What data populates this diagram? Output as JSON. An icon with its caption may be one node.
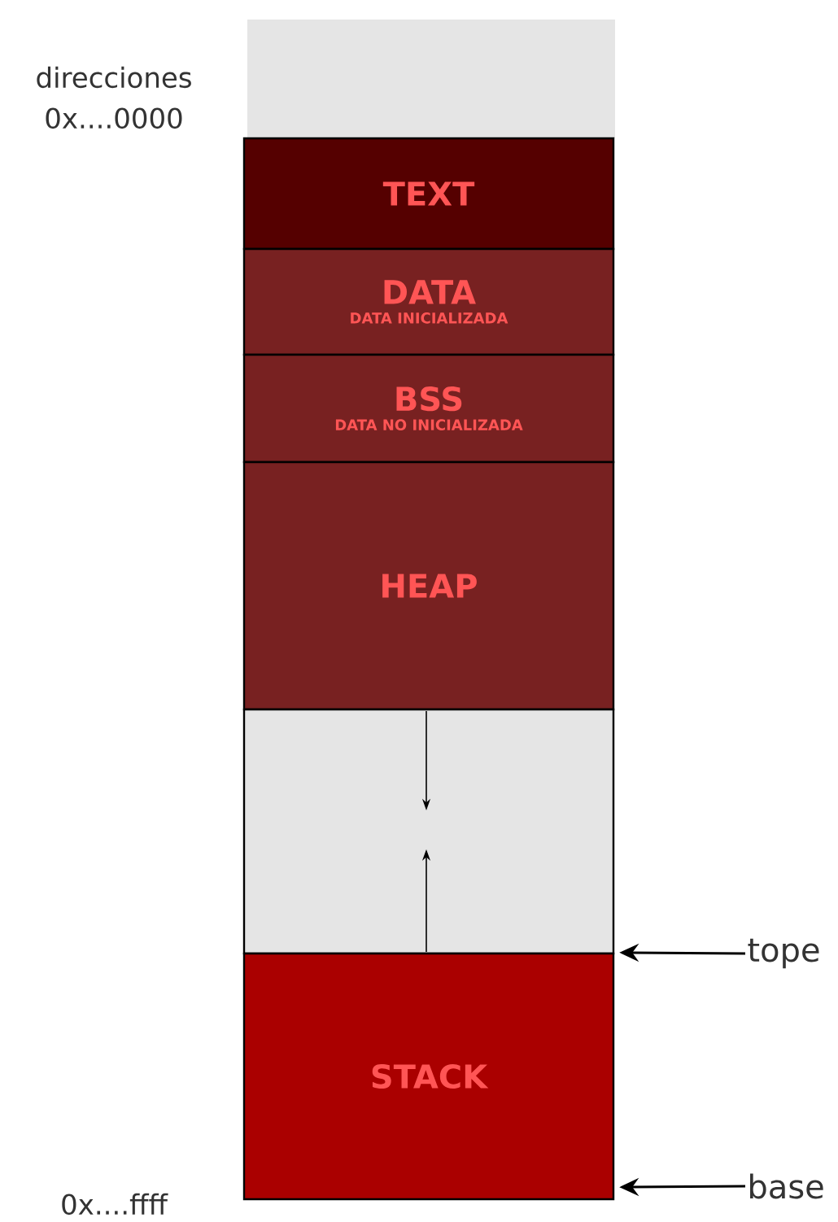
{
  "diagram": {
    "nodes": [
      {
        "text": [],
        "shape": "box"
      },
      {
        "text": [
          "TEXT"
        ]
      },
      {
        "text": [
          "DATA",
          "DATA INICIALIZADA"
        ]
      },
      {
        "text": [
          "BSS",
          "DATA NO INICIALIZADA"
        ]
      },
      {
        "text": [
          "HEAP"
        ]
      },
      {
        "text": [],
        "shape": "box"
      },
      {
        "text": [
          "STACK"
        ]
      },
      {
        "text": [
          "tope"
        ]
      },
      {
        "text": [
          "base"
        ]
      }
    ],
    "edges": [
      {
        "from": 7,
        "to": 6,
        "arrow": "to"
      },
      {
        "from": 8,
        "to": 6,
        "arrow": "to"
      }
    ],
    "labels": [
      "direcciones 0x....0000",
      "0x....ffff"
    ]
  }
}
